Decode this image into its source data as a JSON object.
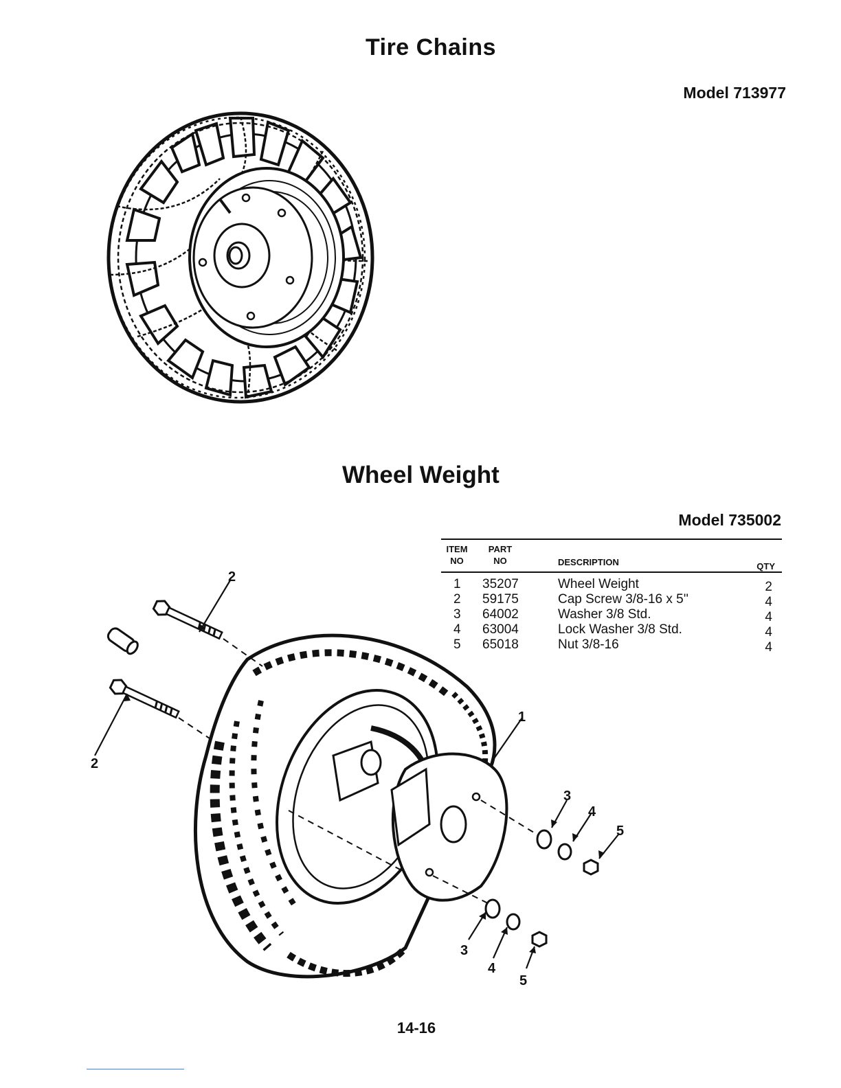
{
  "tire_chains": {
    "title": "Tire Chains",
    "model": "Model 713977"
  },
  "wheel_weight": {
    "title": "Wheel Weight",
    "model": "Model 735002",
    "table": {
      "headers": {
        "item_line1": "ITEM",
        "item_line2": "NO",
        "part_line1": "PART",
        "part_line2": "NO",
        "description": "DESCRIPTION",
        "qty": "QTY"
      },
      "rows": [
        {
          "item": "1",
          "part": "35207",
          "description": "Wheel Weight",
          "qty": "2"
        },
        {
          "item": "2",
          "part": "59175",
          "description": "Cap Screw 3/8-16 x 5''",
          "qty": "4"
        },
        {
          "item": "3",
          "part": "64002",
          "description": "Washer 3/8 Std.",
          "qty": "4"
        },
        {
          "item": "4",
          "part": "63004",
          "description": "Lock Washer 3/8 Std.",
          "qty": "4"
        },
        {
          "item": "5",
          "part": "65018",
          "description": "Nut 3/8-16",
          "qty": "4"
        }
      ]
    },
    "callouts": [
      "1",
      "2",
      "2",
      "3",
      "4",
      "5",
      "3",
      "4",
      "5"
    ]
  },
  "page_number": "14-16"
}
